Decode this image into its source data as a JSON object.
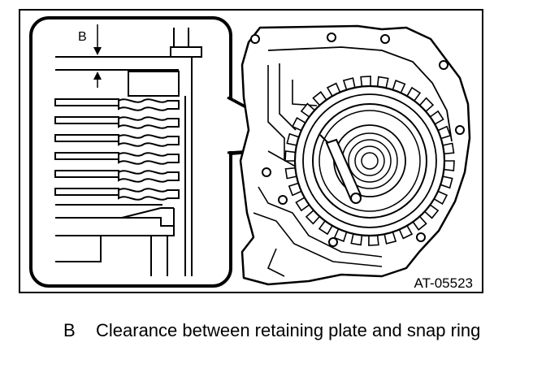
{
  "figure": {
    "dimension_label": "B",
    "figure_id": "AT-05523"
  },
  "legend": {
    "key": "B",
    "description": "Clearance between retaining plate and snap ring"
  }
}
